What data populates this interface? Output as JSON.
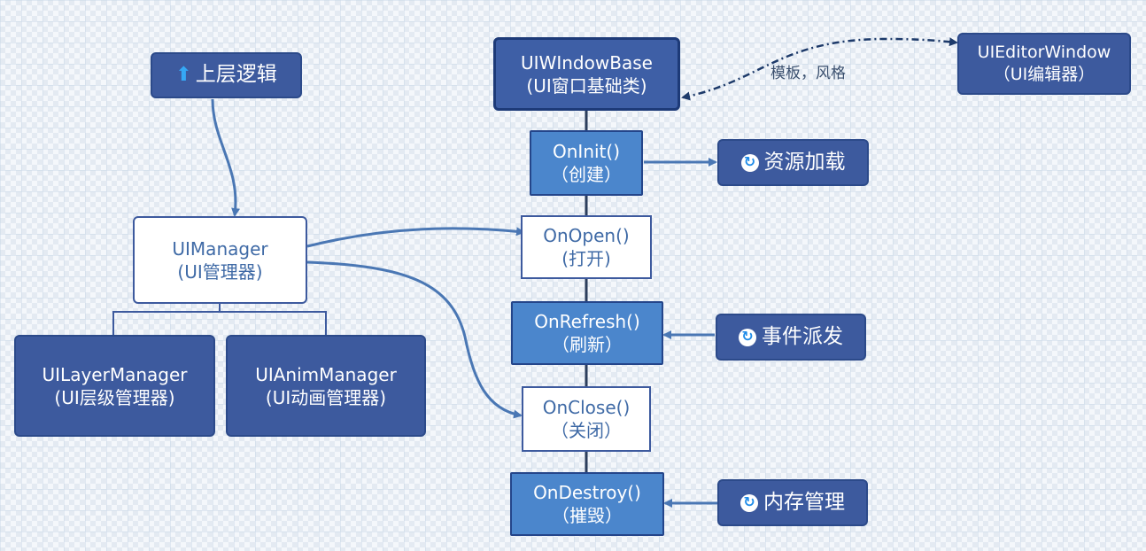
{
  "upper_logic": {
    "icon": "arrow-up-icon",
    "glyph": "⬆",
    "label": "上层逻辑"
  },
  "manager": {
    "line1": "UIManager",
    "line2": "(UI管理器)"
  },
  "layer_manager": {
    "line1": "UILayerManager",
    "line2": "(UI层级管理器)"
  },
  "anim_manager": {
    "line1": "UIAnimManager",
    "line2": "(UI动画管理器)"
  },
  "window_base": {
    "line1": "UIWIndowBase",
    "line2": "(UI窗口基础类)"
  },
  "editor_window": {
    "line1": "UIEditorWindow",
    "line2": "（UI编辑器）"
  },
  "editor_annotation": "模板，风格",
  "lifecycle": {
    "init": {
      "line1": "OnInit()",
      "line2": "（创建）"
    },
    "open": {
      "line1": "OnOpen()",
      "line2": "(打开)"
    },
    "refresh": {
      "line1": "OnRefresh()",
      "line2": "（刷新）"
    },
    "close": {
      "line1": "OnClose()",
      "line2": "（关闭）"
    },
    "destroy": {
      "line1": "OnDestroy()",
      "line2": "（摧毁）"
    }
  },
  "actions": {
    "resource_load": {
      "icon": "refresh-icon",
      "glyph": "↻",
      "label": "资源加载"
    },
    "event_dispatch": {
      "icon": "refresh-icon",
      "glyph": "↻",
      "label": "事件派发"
    },
    "memory_manage": {
      "icon": "refresh-icon",
      "glyph": "↻",
      "label": "内存管理"
    }
  },
  "colors": {
    "dark_box": "#3d5a9e",
    "mid_box": "#4b86cc",
    "connector": "#4a77b4",
    "annotation_arrow": "#1d3a6a"
  }
}
